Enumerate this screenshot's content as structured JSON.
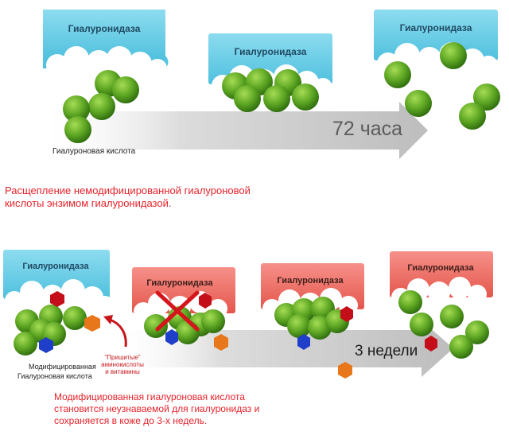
{
  "top_section": {
    "enzyme_label": "Гиалуронидаза",
    "substrate_label": "Гиалуроновая кислота",
    "time_label": "72 часа",
    "caption_lines": [
      "Расщепление немодифицированной гиалуроновой",
      "кислоты энзимом гиалуронидазой."
    ]
  },
  "bottom_section": {
    "enzyme_label": "Гиалуронидаза",
    "substrate_label_lines": [
      "Модифицированная",
      "Гиалуроновая кислота"
    ],
    "additive_label_lines": [
      "\"Пришитые\"",
      "аминокислоты",
      "и витамины"
    ],
    "time_label": "3 недели",
    "caption_lines": [
      "Модифицированная гиалуроновая кислота",
      "становится неузнаваемой для гиалуронидаз и",
      "сохраняется в коже до 3-х недель."
    ]
  },
  "colors": {
    "enzyme_active": "#5ec8e2",
    "enzyme_inactive": "#ee6457",
    "molecule_green": "#5fa824",
    "molecule_dark": "#2f6d0e",
    "arrow_gray": "#c9c9c9",
    "block_red": "#c8151b",
    "caption_red": "#e5232b",
    "additive_orange": "#e8761a",
    "additive_blue": "#1f3ec9",
    "additive_red": "#c40f1a"
  }
}
